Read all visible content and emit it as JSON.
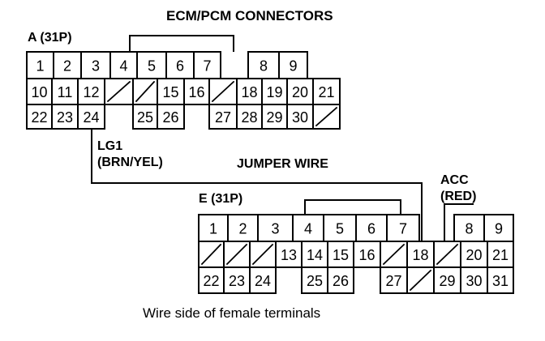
{
  "title": "ECM/PCM CONNECTORS",
  "caption": "Wire side of female terminals",
  "connector_a": {
    "label": "A (31P)",
    "cells": [
      {
        "t": "1"
      },
      {
        "t": "2"
      },
      {
        "t": "3"
      },
      {
        "t": "4"
      },
      {
        "t": "5"
      },
      {
        "t": "6"
      },
      {
        "t": "7"
      },
      {
        "t": "8"
      },
      {
        "t": "9"
      },
      {
        "t": "10"
      },
      {
        "t": "11"
      },
      {
        "t": "12"
      },
      {
        "t": ""
      },
      {
        "t": ""
      },
      {
        "t": "15"
      },
      {
        "t": "16"
      },
      {
        "t": ""
      },
      {
        "t": "18"
      },
      {
        "t": "19"
      },
      {
        "t": "20"
      },
      {
        "t": "21"
      },
      {
        "t": "22"
      },
      {
        "t": "23"
      },
      {
        "t": "24"
      },
      {
        "t": "25"
      },
      {
        "t": "26"
      },
      {
        "t": "27"
      },
      {
        "t": "28"
      },
      {
        "t": "29"
      },
      {
        "t": "30"
      },
      {
        "t": ""
      }
    ]
  },
  "connector_e": {
    "label": "E (31P)",
    "cells": [
      {
        "t": "1"
      },
      {
        "t": "2"
      },
      {
        "t": "3"
      },
      {
        "t": "4"
      },
      {
        "t": "5"
      },
      {
        "t": "6"
      },
      {
        "t": "7"
      },
      {
        "t": "8"
      },
      {
        "t": "9"
      },
      {
        "t": ""
      },
      {
        "t": ""
      },
      {
        "t": ""
      },
      {
        "t": "13"
      },
      {
        "t": "14"
      },
      {
        "t": "15"
      },
      {
        "t": "16"
      },
      {
        "t": ""
      },
      {
        "t": "18"
      },
      {
        "t": ""
      },
      {
        "t": "20"
      },
      {
        "t": "21"
      },
      {
        "t": "22"
      },
      {
        "t": "23"
      },
      {
        "t": "24"
      },
      {
        "t": "25"
      },
      {
        "t": "26"
      },
      {
        "t": "27"
      },
      {
        "t": ""
      },
      {
        "t": "29"
      },
      {
        "t": "30"
      },
      {
        "t": "31"
      }
    ]
  },
  "wire_lg1": {
    "name": "LG1",
    "color": "(BRN/YEL)"
  },
  "jumper": "JUMPER WIRE",
  "wire_acc": {
    "name": "ACC",
    "color": "(RED)"
  }
}
